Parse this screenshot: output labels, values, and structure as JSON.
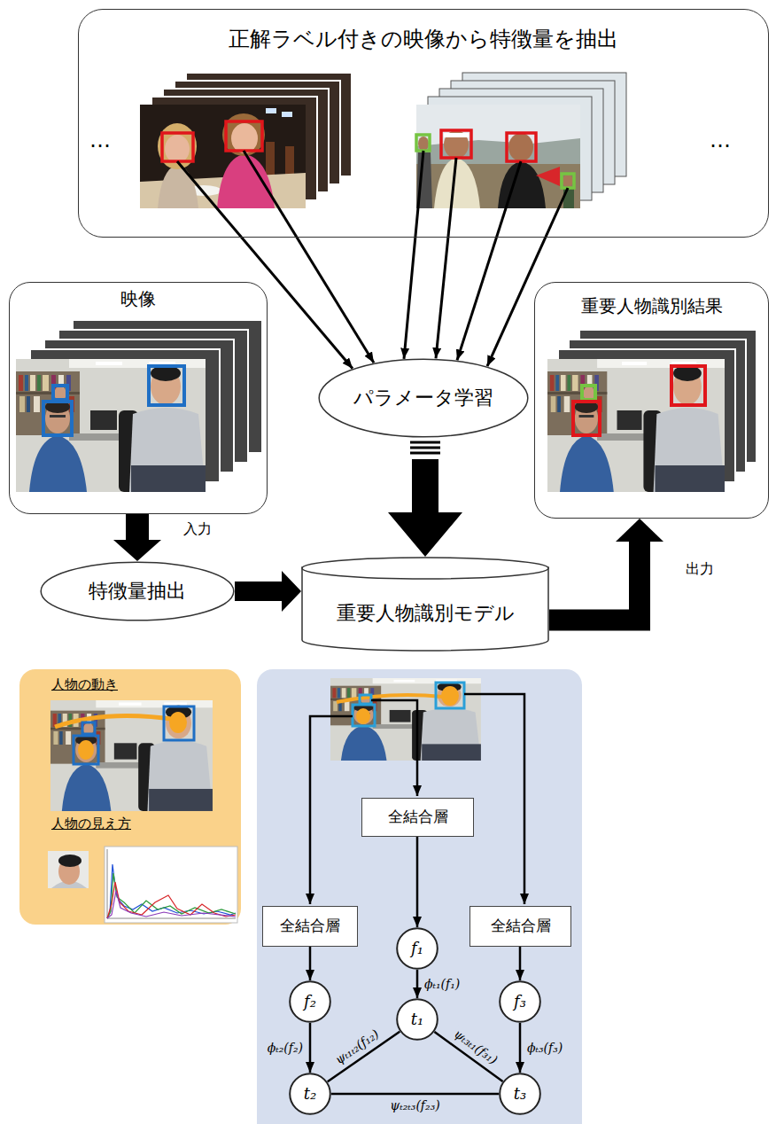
{
  "diagram": {
    "nodes": [
      {
        "text": [
          "正解ラベル付きの映像から特徴量を抽出",
          "…",
          "…"
        ]
      },
      {
        "text": [
          "映像"
        ]
      },
      {
        "text": [
          "パラメータ学習"
        ]
      },
      {
        "text": [
          "重要人物識別結果"
        ]
      },
      {
        "text": [
          "特徴量抽出"
        ]
      },
      {
        "text": [
          "重要人物識別モデル"
        ]
      },
      {
        "text": [
          "人物の動き",
          "人物の見え方"
        ]
      },
      {
        "text": [
          "全結合層"
        ]
      },
      {
        "text": [
          "全結合層"
        ]
      },
      {
        "text": [
          "全結合層"
        ]
      },
      {
        "text": [
          "f₁"
        ]
      },
      {
        "text": [
          "f₂"
        ]
      },
      {
        "text": [
          "f₃"
        ]
      },
      {
        "text": [
          "t₁"
        ]
      },
      {
        "text": [
          "t₂"
        ]
      },
      {
        "text": [
          "t₃"
        ]
      }
    ],
    "edges": [
      {
        "from": 0,
        "to": 2,
        "arrow": "to"
      },
      {
        "from": 0,
        "to": 2,
        "arrow": "to"
      },
      {
        "from": 0,
        "to": 2,
        "arrow": "to"
      },
      {
        "from": 0,
        "to": 2,
        "arrow": "to"
      },
      {
        "from": 0,
        "to": 2,
        "arrow": "to"
      },
      {
        "from": 0,
        "to": 2,
        "arrow": "to"
      },
      {
        "from": 2,
        "to": 5,
        "arrow": "to"
      },
      {
        "from": 1,
        "to": 4,
        "arrow": "to",
        "label": "入力"
      },
      {
        "from": 4,
        "to": 5,
        "arrow": "to"
      },
      {
        "from": 5,
        "to": 3,
        "arrow": "to",
        "label": "出力"
      },
      {
        "from": 7,
        "to": 10,
        "arrow": "to"
      },
      {
        "from": 8,
        "to": 11,
        "arrow": "to"
      },
      {
        "from": 9,
        "to": 12,
        "arrow": "to"
      },
      {
        "from": 10,
        "to": 13,
        "arrow": "to",
        "label": "ϕₜ₁(f₁)"
      },
      {
        "from": 11,
        "to": 14,
        "arrow": "to",
        "label": "ϕₜ₂(f₂)"
      },
      {
        "from": 12,
        "to": 15,
        "arrow": "to",
        "label": "ϕₜ₃(f₃)"
      },
      {
        "from": 13,
        "to": 14,
        "arrow": "none",
        "label": "ψₜ₁ₜ₂(f₁₂)"
      },
      {
        "from": 15,
        "to": 13,
        "arrow": "none",
        "label": "ψₜ₃ₜ₁(f₃₁)"
      },
      {
        "from": 14,
        "to": 15,
        "arrow": "none",
        "label": "ψₜ₂ₜ₃(f₂₃)"
      }
    ]
  }
}
